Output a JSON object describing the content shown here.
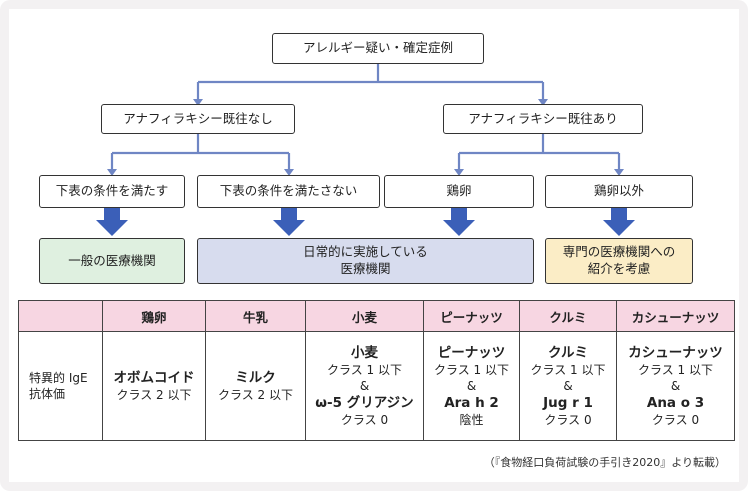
{
  "flow": {
    "root": "アレルギー疑い・確定症例",
    "left": "アナフィラキシー既往なし",
    "right": "アナフィラキシー既往あり",
    "cond_meet": "下表の条件を満たす",
    "cond_not_meet": "下表の条件を満たさない",
    "egg": "鶏卵",
    "non_egg": "鶏卵以外",
    "general_facility": "一般の医療機関",
    "routine_facility_line1": "日常的に実施している",
    "routine_facility_line2": "医療機関",
    "specialist_line1": "専門の医療機関への",
    "specialist_line2": "紹介を考慮"
  },
  "table": {
    "row_label_line1": "特異的 IgE",
    "row_label_line2": "抗体価",
    "columns": [
      {
        "header": "鶏卵",
        "lines": [
          "オボムコイド",
          "クラス 2 以下"
        ]
      },
      {
        "header": "牛乳",
        "lines": [
          "ミルク",
          "クラス 2 以下"
        ]
      },
      {
        "header": "小麦",
        "lines": [
          "小麦",
          "クラス 1 以下",
          "&",
          "ω-5 グリアジン",
          "クラス 0"
        ]
      },
      {
        "header": "ピーナッツ",
        "lines": [
          "ピーナッツ",
          "クラス 1 以下",
          "&",
          "Ara h 2",
          "陰性"
        ]
      },
      {
        "header": "クルミ",
        "lines": [
          "クルミ",
          "クラス 1 以下",
          "&",
          "Jug r 1",
          "クラス 0"
        ]
      },
      {
        "header": "カシューナッツ",
        "lines": [
          "カシューナッツ",
          "クラス 1 以下",
          "&",
          "Ana o 3",
          "クラス 0"
        ]
      }
    ]
  },
  "source": "（『食物経口負荷試験の手引き2020』より転載）",
  "colors": {
    "connector": "#6f86c4",
    "arrow": "#3b5fb8",
    "green": "#dff0e0",
    "blue": "#d7dcee",
    "yellow": "#fbedc6",
    "header_pink": "#f7d6e2"
  }
}
